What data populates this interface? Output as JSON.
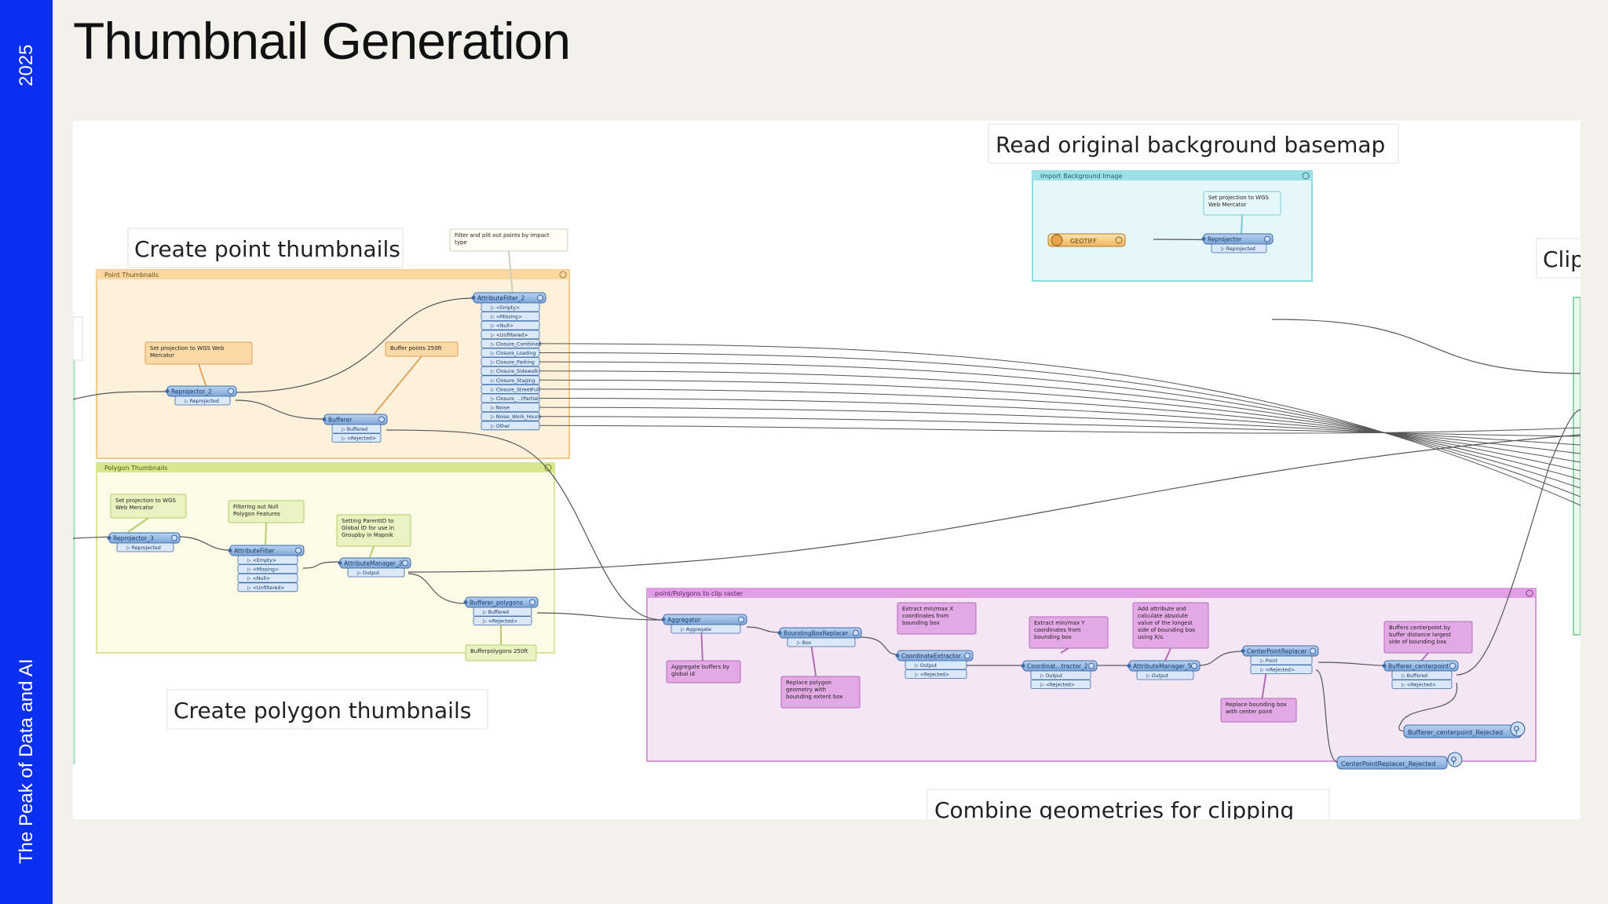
{
  "sidebar": {
    "year": "2025",
    "event": "The Peak of Data and AI"
  },
  "page": {
    "title": "Thumbnail Generation"
  },
  "colors": {
    "sidebar": "#0a2ff0",
    "transformer": "#8db4e2",
    "point_bookmark": "#fdf1dc",
    "polygon_bookmark": "#fbfbe6",
    "clip_bookmark": "#f5e6f6",
    "import_bookmark": "#e6f7f9",
    "note_orange": "#fbd9a6",
    "note_green": "#e8f3c1",
    "note_purple": "#e3a8e6"
  },
  "captions": {
    "point": "Create point thumbnails",
    "polygon": "Create polygon thumbnails",
    "read": "Read original background basemap",
    "combine": "Combine geometries for clipping",
    "clip": "Clip"
  },
  "bookmarks": {
    "point": "Point Thumbnails",
    "polygon": "Polygon Thumbnails",
    "import": "Import Background Image",
    "clip": "point/Polygons to clip raster"
  },
  "notes": {
    "filter_split": [
      "Filter and plit out points by impact",
      "type"
    ],
    "wgs_point": [
      "Set projection to WGS Web",
      "Mercator"
    ],
    "buffer_points": [
      "Buffer points 250ft"
    ],
    "wgs_polygon": [
      "Set projection to WGS",
      "Web Mercator"
    ],
    "null_polygon": [
      "Filtering out Null",
      "Polygon Features"
    ],
    "parent_id": [
      "Setting ParentID to",
      "Global ID for use in",
      "Groupby in Mapnik"
    ],
    "buffer_polygons": [
      "Bufferpolygons 250ft"
    ],
    "wgs_import": [
      "Set projection to WGS",
      "Web Mercator"
    ],
    "aggregate": [
      "Aggregate buffers by",
      "global id"
    ],
    "replace_polygon": [
      "Replace polygon",
      "geometry with",
      "bounding extent box"
    ],
    "extract_x": [
      "Extract min/max X",
      "coordinates from",
      "bounding box"
    ],
    "extract_y": [
      "Extract min/max Y",
      "coordinates from",
      "bounding box"
    ],
    "add_attribute": [
      "Add attribute and",
      "calculate absolute",
      "value of the longest",
      "side of bounding box",
      "using X/s."
    ],
    "buffer_centerpoint": [
      "Buffers centerpoint by",
      "buffer distance largest",
      "side of bounding box"
    ],
    "replace_bbox": [
      "Replace bounding box",
      "with center point"
    ]
  },
  "transformers": {
    "reprojector2": {
      "name": "Reprojector_2",
      "ports": [
        "Reprojected"
      ]
    },
    "bufferer": {
      "name": "Bufferer",
      "ports": [
        "Buffered",
        "<Rejected>"
      ]
    },
    "attributefilter2": {
      "name": "AttributeFilter_2",
      "ports": [
        "<Empty>",
        "<Missing>",
        "<Null>",
        "<Unfiltered>",
        "Closure_Combined",
        "Closure_Loading",
        "Closure_Parking",
        "Closure_Sidewalk",
        "Closure_Staging",
        "Closure_StreetFull",
        "Closure_...tPartial",
        "Noise",
        "Noise_Work_Hours",
        "Other"
      ]
    },
    "reprojector3": {
      "name": "Reprojector_3",
      "ports": [
        "Reprojected"
      ]
    },
    "attributefilter": {
      "name": "AttributeFilter",
      "ports": [
        "<Empty>",
        "<Missing>",
        "<Null>",
        "<Unfiltered>"
      ]
    },
    "attributemanager2": {
      "name": "AttributeManager_2",
      "ports": [
        "Output"
      ]
    },
    "bufferer_polygons": {
      "name": "Bufferer_polygons",
      "ports": [
        "Buffered",
        "<Rejected>"
      ]
    },
    "geotiff": {
      "name": "GEOTIFF"
    },
    "reprojector": {
      "name": "Reprojector",
      "ports": [
        "Reprojected"
      ]
    },
    "aggregator": {
      "name": "Aggregator",
      "ports": [
        "Aggregate"
      ]
    },
    "bboxreplacer": {
      "name": "BoundingBoxReplacer",
      "ports": [
        "Box"
      ]
    },
    "coordextractor": {
      "name": "CoordinateExtractor",
      "ports": [
        "Output",
        "<Rejected>"
      ]
    },
    "coordextractor2": {
      "name": "Coordinat...tractor_2",
      "ports": [
        "Output",
        "<Rejected>"
      ]
    },
    "attributemanager5": {
      "name": "AttributeManager_5",
      "ports": [
        "Output"
      ]
    },
    "centerpoint": {
      "name": "CenterPointReplacer",
      "ports": [
        "Point",
        "<Rejected>"
      ]
    },
    "bufferer_cp": {
      "name": "Bufferer_centerpoint",
      "ports": [
        "Buffered",
        "<Rejected>"
      ]
    },
    "insp_buffer": {
      "name": "Bufferer_centerpoint_Rejected"
    },
    "insp_center": {
      "name": "CenterPointReplacer_Rejected"
    }
  }
}
